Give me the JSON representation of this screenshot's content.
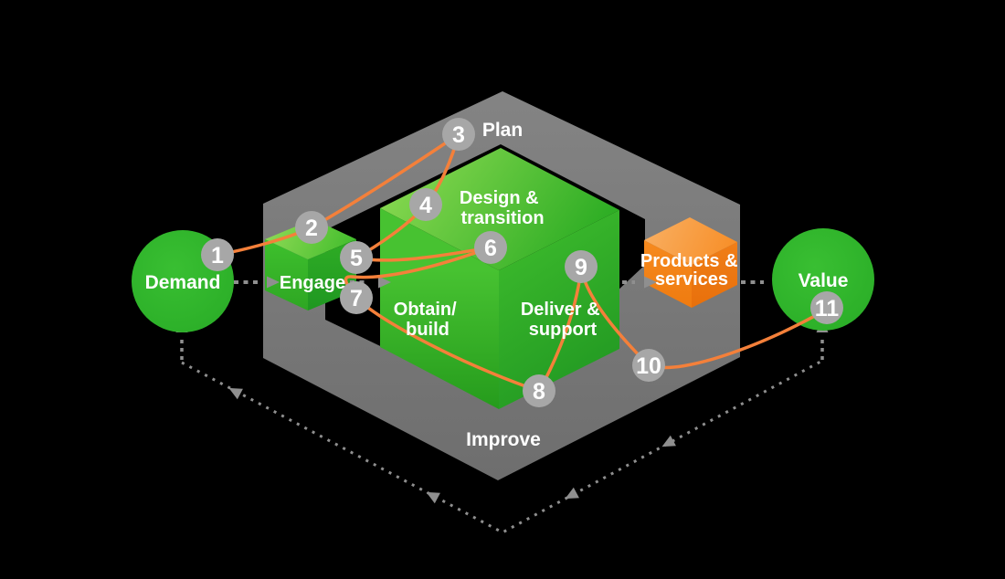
{
  "nodes": {
    "demand": "Demand",
    "value": "Value"
  },
  "chain": {
    "plan": "Plan",
    "improve": "Improve",
    "engage": "Engage"
  },
  "activities": {
    "design_transition": {
      "line1": "Design &",
      "line2": "transition"
    },
    "obtain_build": {
      "line1": "Obtain/",
      "line2": "build"
    },
    "deliver_support": {
      "line1": "Deliver &",
      "line2": "support"
    },
    "products_services": {
      "line1": "Products &",
      "line2": "services"
    }
  },
  "markers": [
    {
      "label": "1"
    },
    {
      "label": "2"
    },
    {
      "label": "3"
    },
    {
      "label": "4"
    },
    {
      "label": "5"
    },
    {
      "label": "6"
    },
    {
      "label": "7"
    },
    {
      "label": "8"
    },
    {
      "label": "9"
    },
    {
      "label": "10"
    },
    {
      "label": "11"
    }
  ],
  "colors": {
    "green": "#2EB42A",
    "band_gray": "#7A7A7A",
    "marker_gray": "#A7A7A7",
    "flow_orange": "#F4803A",
    "arrow_gray": "#8F8F8F",
    "orange_cube": "#F6871C",
    "label_white": "#FFFFFF"
  }
}
